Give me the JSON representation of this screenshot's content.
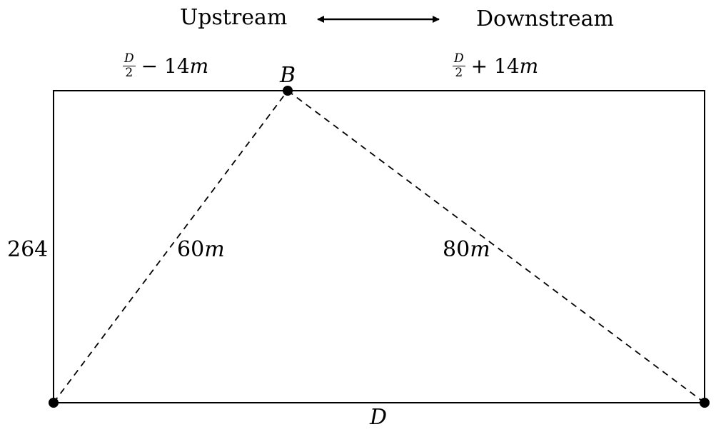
{
  "direction": {
    "upstream": "Upstream",
    "downstream": "Downstream"
  },
  "top_labels": {
    "left": {
      "numerator": "D",
      "denominator": "2",
      "rest": "− 14",
      "unit": "m"
    },
    "right": {
      "numerator": "D",
      "denominator": "2",
      "rest": "+ 14",
      "unit": "m"
    }
  },
  "point_label": "B",
  "side_label": "264",
  "bottom_label": "D",
  "segments": {
    "left": {
      "value": "60",
      "unit": "m"
    },
    "right": {
      "value": "80",
      "unit": "m"
    }
  }
}
